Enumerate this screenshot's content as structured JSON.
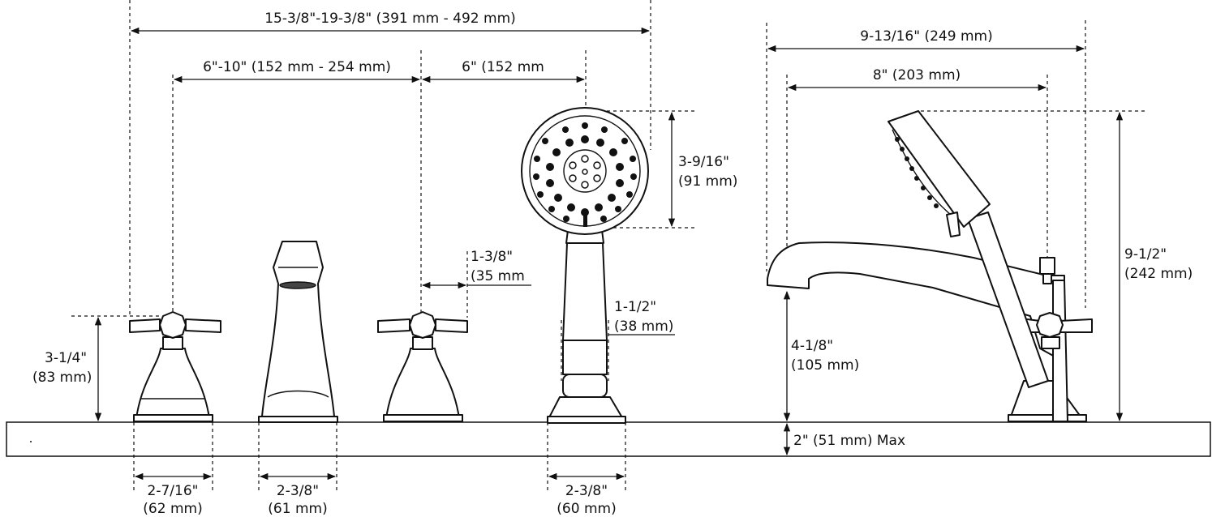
{
  "dimensions": {
    "overall_width": "15-3/8\"-19-3/8\" (391 mm - 492 mm)",
    "handle_spread": "6\"-10\" (152 mm - 254 mm)",
    "handshower_offset": "6\" (152 mm",
    "side_depth": "9-13/16\" (249 mm)",
    "side_center": "8\" (203 mm)",
    "sprayhead_height_a": "3-9/16\"",
    "sprayhead_height_b": "(91 mm)",
    "handle_reach_a": "1-3/8\"",
    "handle_reach_b": "(35 mm",
    "handle_height_a": "3-1/4\"",
    "handle_height_b": "(83 mm)",
    "grip_width_a": "1-1/2\"",
    "grip_width_b": "(38 mm)",
    "spout_height_a": "4-1/8\"",
    "spout_height_b": "(105 mm)",
    "total_height_a": "9-1/2\"",
    "total_height_b": "(242 mm)",
    "deck_thickness": "2\" (51 mm) Max",
    "handle_base_a": "2-7/16\"",
    "handle_base_b": "(62 mm)",
    "spout_base_a": "2-3/8\"",
    "spout_base_b": "(61 mm)",
    "shower_base_a": "2-3/8\"",
    "shower_base_b": "(60 mm)"
  }
}
